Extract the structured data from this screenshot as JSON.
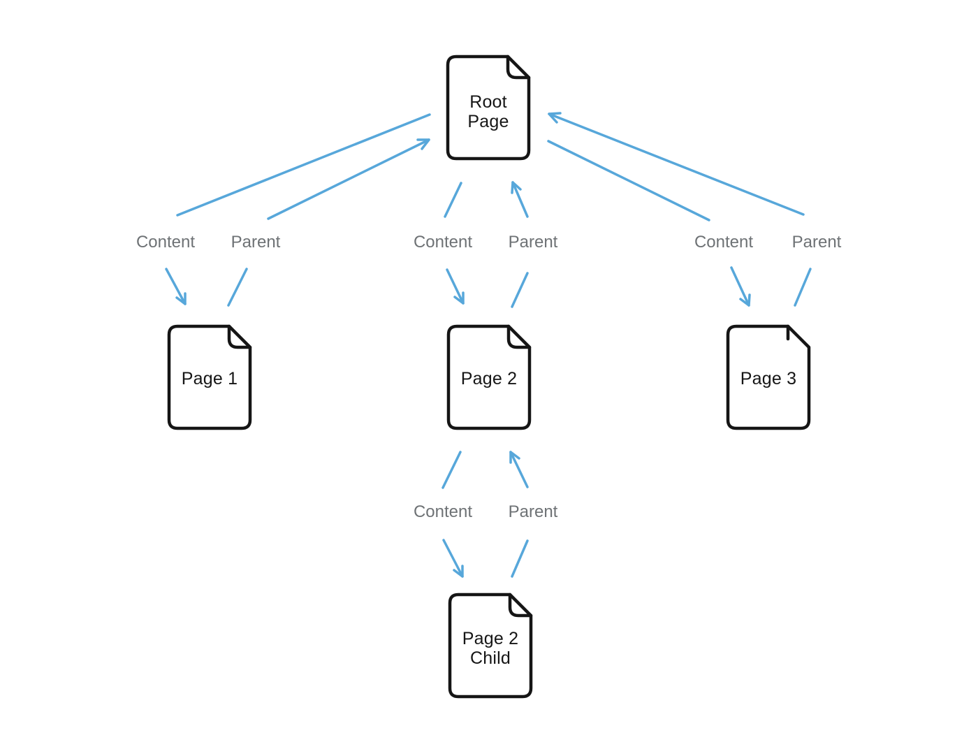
{
  "colors": {
    "arrow": "#57a7da",
    "edge_label": "#6e7275",
    "node_stroke": "#151515",
    "node_fill": "#ffffff",
    "node_text": "#161616",
    "background": "#ffffff"
  },
  "nodes": {
    "root": {
      "lines": [
        "Root",
        "Page"
      ]
    },
    "page1": {
      "lines": [
        "Page 1"
      ]
    },
    "page2": {
      "lines": [
        "Page 2"
      ]
    },
    "page3": {
      "lines": [
        "Page 3"
      ]
    },
    "page2child": {
      "lines": [
        "Page 2",
        "Child"
      ]
    }
  },
  "edge_labels": {
    "left_content": "Content",
    "left_parent": "Parent",
    "mid_content": "Content",
    "mid_parent": "Parent",
    "right_content": "Content",
    "right_parent": "Parent",
    "bottom_content": "Content",
    "bottom_parent": "Parent"
  },
  "relationships": [
    {
      "from": "Root Page",
      "to": "Page 1",
      "label": "Content"
    },
    {
      "from": "Page 1",
      "to": "Root Page",
      "label": "Parent"
    },
    {
      "from": "Root Page",
      "to": "Page 2",
      "label": "Content"
    },
    {
      "from": "Page 2",
      "to": "Root Page",
      "label": "Parent"
    },
    {
      "from": "Root Page",
      "to": "Page 3",
      "label": "Content"
    },
    {
      "from": "Page 3",
      "to": "Root Page",
      "label": "Parent"
    },
    {
      "from": "Page 2",
      "to": "Page 2 Child",
      "label": "Content"
    },
    {
      "from": "Page 2 Child",
      "to": "Page 2",
      "label": "Parent"
    }
  ]
}
